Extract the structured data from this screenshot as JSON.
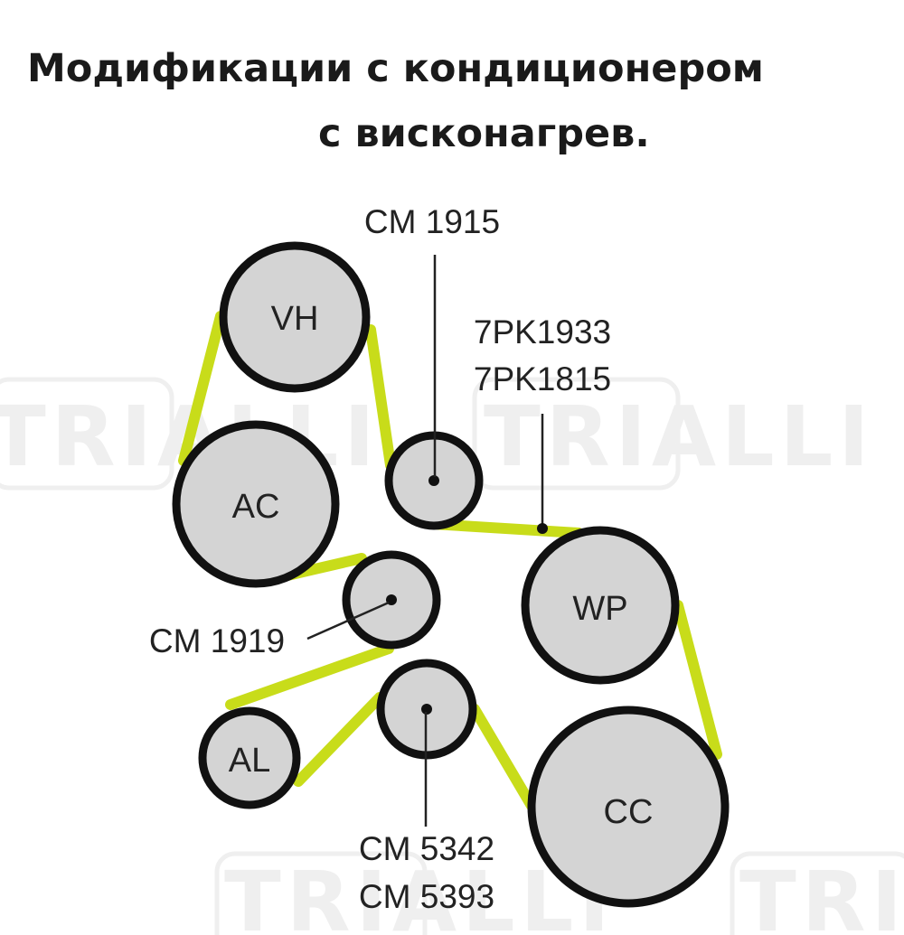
{
  "title": {
    "line1": "Модификации с кондиционером",
    "line2": "с висконагрев."
  },
  "watermark": {
    "brand": "TRIALLI"
  },
  "colors": {
    "belt": "#c8dc1a",
    "pulley_fill": "#d4d4d4",
    "pulley_stroke": "#111111",
    "text": "#1a1a1a",
    "watermark": "#ececec"
  },
  "pulleys": {
    "vh": "VH",
    "ac": "AC",
    "wp": "WP",
    "al": "AL",
    "cc": "CC"
  },
  "callouts": {
    "idler_top": "CM 1915",
    "belt_1": "7PK1933",
    "belt_2": "7PK1815",
    "idler_mid": "CM 1919",
    "tensioner_1": "CM 5342",
    "tensioner_2": "CM 5393"
  }
}
